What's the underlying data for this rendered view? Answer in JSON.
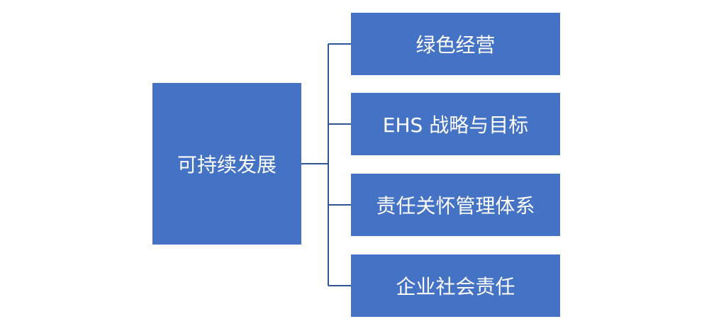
{
  "diagram": {
    "root": {
      "label": "可持续发展"
    },
    "children": [
      {
        "label": "绿色经营"
      },
      {
        "label": "EHS 战略与目标"
      },
      {
        "label": "责任关怀管理体系"
      },
      {
        "label": "企业社会责任"
      }
    ],
    "colors": {
      "box_fill": "#4472c4",
      "text": "#ffffff",
      "connector": "#2f5597"
    }
  }
}
